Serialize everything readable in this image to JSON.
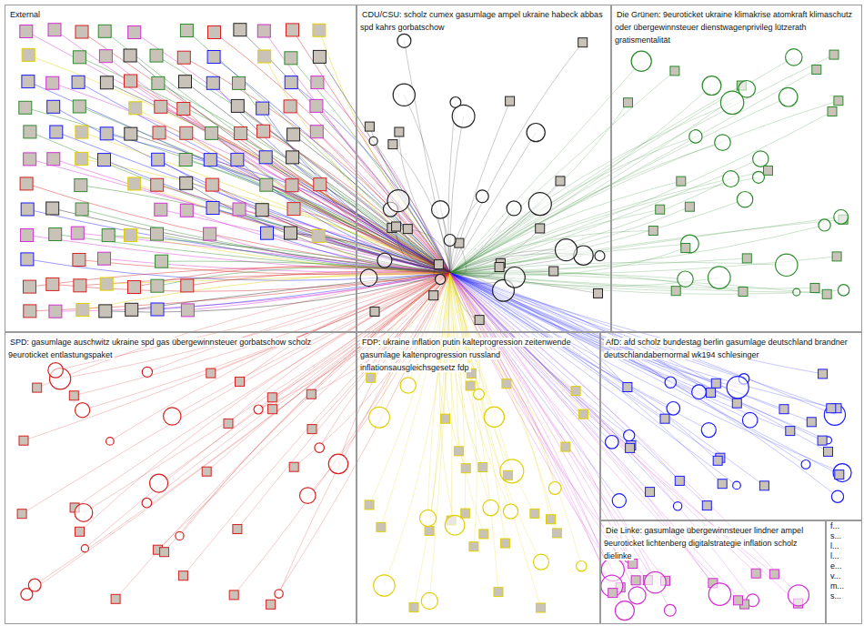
{
  "diagram": {
    "nodes": [
      {
        "text": [
          "External"
        ]
      },
      {
        "text": [
          "CDU/CSU: scholz cumex gasumlage ampel ukraine habeck abbas spd kahrs gorbatschow"
        ]
      },
      {
        "text": [
          "Die Grünen: 9euroticket ukraine klimakrise atomkraft klimaschutz oder übergewinnsteuer dienstwagenprivileg lützerath gratismentalität"
        ]
      },
      {
        "text": [
          "SPD: gasumlage auschwitz ukraine spd gas übergewinnsteuer gorbatschow scholz 9euroticket entlastungspaket"
        ]
      },
      {
        "text": [
          "FDP: ukraine inflation putin kalteprogression zeitenwende gasumlage kaltenprogression russland inflationsausgleichsgesetz fdp"
        ]
      },
      {
        "text": [
          "AfD: afd scholz bundestag berlin gasumlage deutschland brandner deutschlandabernormal wk194 schlesinger"
        ]
      },
      {
        "text": [
          "Die Linke: gasumlage übergewinnsteuer lindner ampel 9euroticket lichtenberg digitalstrategie inflation scholz dielinke"
        ]
      },
      {
        "text": [
          "f...",
          "s...",
          "l...",
          "l...",
          "e...",
          "v...",
          "m...",
          "s..."
        ]
      }
    ]
  }
}
